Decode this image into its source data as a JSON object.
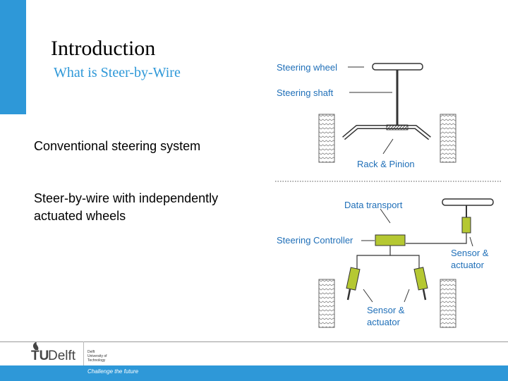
{
  "slide": {
    "title": "Introduction",
    "subtitle": "What is Steer-by-Wire",
    "section_conventional": "Conventional steering system",
    "section_sbw": "Steer-by-wire with independently actuated wheels"
  },
  "labels": {
    "steering_wheel": "Steering wheel",
    "steering_shaft": "Steering shaft",
    "rack_pinion": "Rack & Pinion",
    "data_transport": "Data transport",
    "steering_controller": "Steering Controller",
    "sensor_actuator_right": "Sensor & actuator",
    "sensor_actuator_bottom": "Sensor & actuator"
  },
  "footer": {
    "logo_tu": "TU",
    "logo_delft": "Delft",
    "university": "Delft University of Technology",
    "tagline": "Challenge the future"
  },
  "colors": {
    "accent": "#2e98d8",
    "label_text": "#1f6fb8",
    "actuator_fill": "#b5c832"
  }
}
